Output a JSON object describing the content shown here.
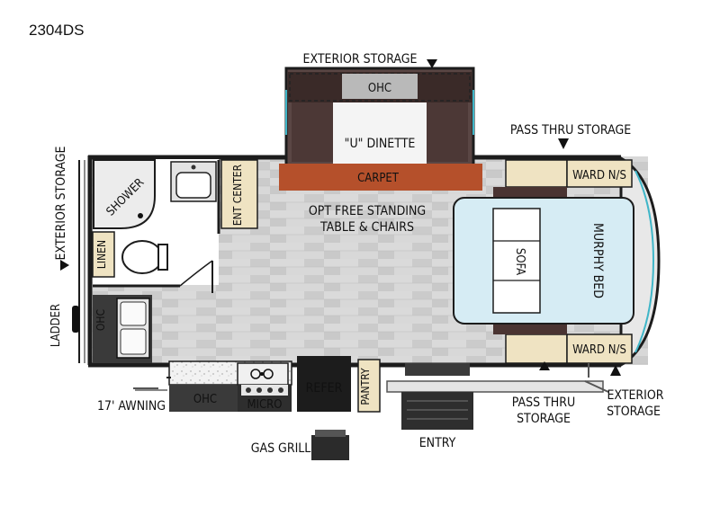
{
  "model": "2304DS",
  "labels": {
    "exterior_storage_top": "EXTERIOR STORAGE",
    "ohc_top": "OHC",
    "u_dinette": "\"U\" DINETTE",
    "carpet": "CARPET",
    "pass_thru_storage_top": "PASS THRU STORAGE",
    "exterior_storage_left": "EXTERIOR STORAGE",
    "shower": "SHOWER",
    "ent_center": "ENT CENTER",
    "opt_table_line1": "OPT FREE STANDING",
    "opt_table_line2": "TABLE & CHAIRS",
    "ward_top": "WARD N/S",
    "ward_bottom": "WARD N/S",
    "sofa": "SOFA",
    "murphy_bed": "MURPHY BED",
    "linen": "LINEN",
    "ohc_left": "OHC",
    "ladder": "LADDER",
    "awning": "17' AWNING",
    "ohc_bottom": "OHC",
    "micro": "MICRO",
    "refer": "REFER",
    "pantry": "PANTRY",
    "pass_thru_bottom_line1": "PASS THRU",
    "pass_thru_bottom_line2": "STORAGE",
    "exterior_storage_bottom_line1": "EXTERIOR",
    "exterior_storage_bottom_line2": "STORAGE",
    "gas_grill": "GAS GRILL",
    "entry": "ENTRY"
  },
  "colors": {
    "floor": "#d4d4d4",
    "wall": "#1c1c1c",
    "cabinet": "#3a3a3a",
    "dinette": "#4a3432",
    "carpet": "#b5502b",
    "bed": "#d6ecf4",
    "tan": "#efe3c2",
    "accent": "#3fb6c8"
  }
}
